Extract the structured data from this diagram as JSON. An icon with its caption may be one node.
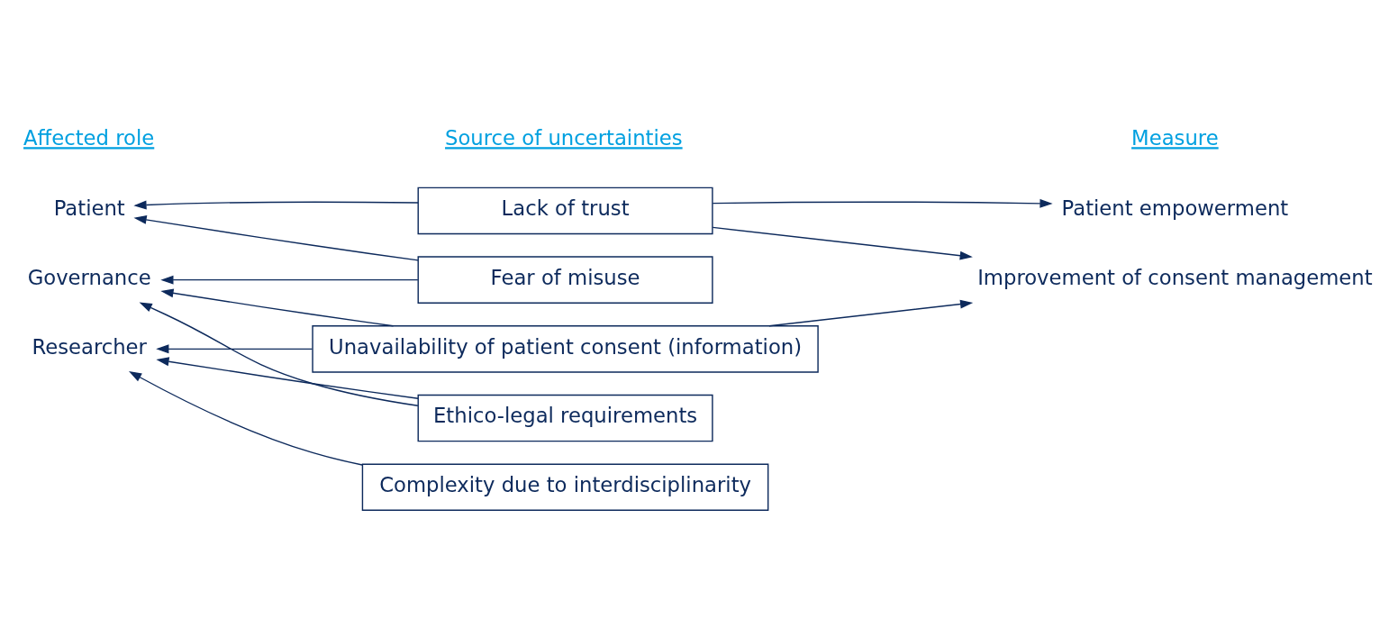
{
  "diagram": {
    "nodes": [
      {
        "text": [
          "Patient"
        ]
      },
      {
        "text": [
          "Governance"
        ]
      },
      {
        "text": [
          "Researcher"
        ]
      },
      {
        "text": [
          "Lack of trust"
        ]
      },
      {
        "text": [
          "Fear of misuse"
        ]
      },
      {
        "text": [
          "Unavailability of patient consent (information)"
        ]
      },
      {
        "text": [
          "Ethico-legal requirements"
        ]
      },
      {
        "text": [
          "Complexity due to interdisciplinarity"
        ]
      },
      {
        "text": [
          "Patient empowerment"
        ]
      },
      {
        "text": [
          "Improvement of consent management"
        ]
      }
    ],
    "edges": [
      {
        "from": 3,
        "to": 0,
        "arrow": "to"
      },
      {
        "from": 4,
        "to": 0,
        "arrow": "to"
      },
      {
        "from": 4,
        "to": 1,
        "arrow": "to"
      },
      {
        "from": 5,
        "to": 1,
        "arrow": "to"
      },
      {
        "from": 5,
        "to": 2,
        "arrow": "to"
      },
      {
        "from": 6,
        "to": 1,
        "arrow": "to"
      },
      {
        "from": 6,
        "to": 2,
        "arrow": "to"
      },
      {
        "from": 7,
        "to": 2,
        "arrow": "to"
      },
      {
        "from": 3,
        "to": 8,
        "arrow": "to"
      },
      {
        "from": 3,
        "to": 9,
        "arrow": "to"
      },
      {
        "from": 5,
        "to": 9,
        "arrow": "to"
      }
    ],
    "labels": [
      "Affected role",
      "Source of uncertainties",
      "Measure"
    ]
  }
}
